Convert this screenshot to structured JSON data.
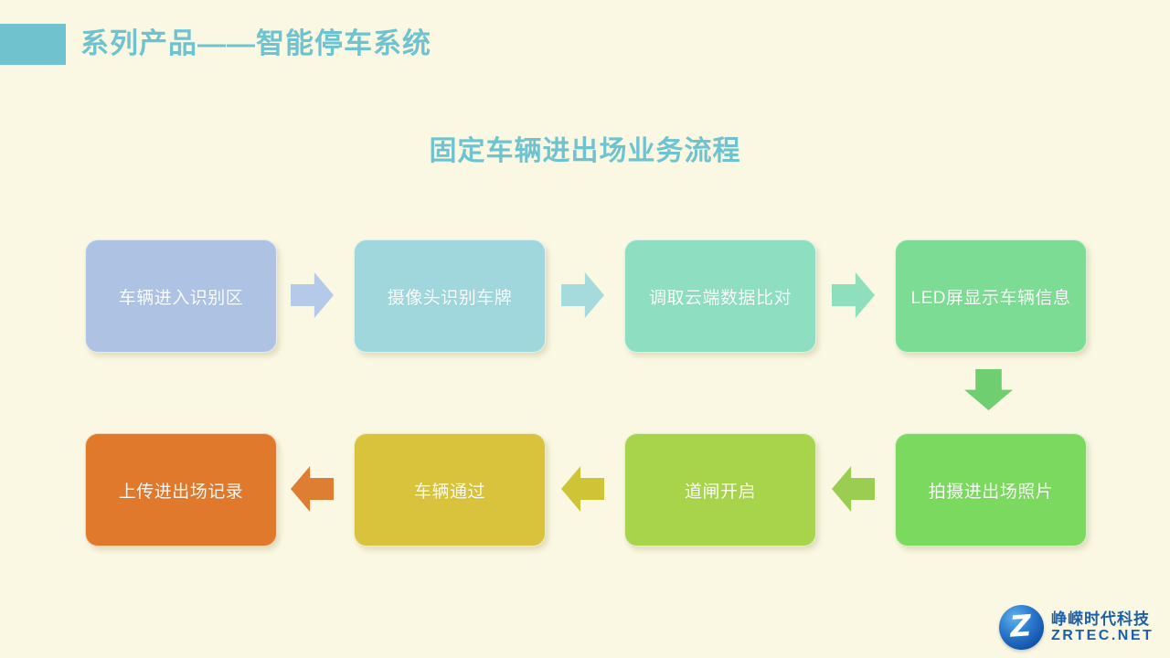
{
  "slide_title": "系列产品——智能停车系统",
  "flow_title": "固定车辆进出场业务流程",
  "theme": {
    "background": "#FAF8E3",
    "title_color": "#6FC3CF",
    "accent_block_color": "#6FC2CE"
  },
  "flow": {
    "row1": [
      {
        "label": "车辆进入识别区",
        "color": "#AEC3E4"
      },
      {
        "label": "摄像头识别车牌",
        "color": "#9FD7DD"
      },
      {
        "label": "调取云端数据比对",
        "color": "#8EDFC2"
      },
      {
        "label": "LED屏显示车辆信息",
        "color": "#7DDC93"
      }
    ],
    "row1_arrows": [
      {
        "direction": "right",
        "color": "#B5CAE8"
      },
      {
        "direction": "right",
        "color": "#A6DBDD"
      },
      {
        "direction": "right",
        "color": "#8EE0BC"
      }
    ],
    "down_arrow": {
      "direction": "down",
      "color": "#6FCF70"
    },
    "row2": [
      {
        "label": "上传进出场记录",
        "color": "#E0792C"
      },
      {
        "label": "车辆通过",
        "color": "#D9C33C"
      },
      {
        "label": "道闸开启",
        "color": "#A7D44B"
      },
      {
        "label": "拍摄进出场照片",
        "color": "#7CD960"
      }
    ],
    "row2_arrows": [
      {
        "direction": "left",
        "color": "#DD7E33"
      },
      {
        "direction": "left",
        "color": "#CFC436"
      },
      {
        "direction": "left",
        "color": "#9BCD52"
      }
    ]
  },
  "logo": {
    "letter": "Z",
    "company": "峥嵘时代科技",
    "website": "ZRTEC.NET",
    "text_color": "#1C5FAD"
  }
}
